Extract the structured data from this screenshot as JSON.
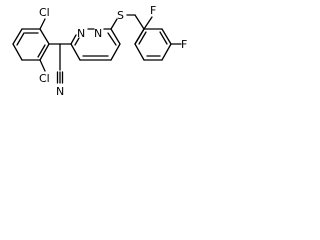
{
  "structure": {
    "atom_labels": {
      "cl_top": "Cl",
      "cl_bottom": "Cl",
      "n_ring_1": "N",
      "n_ring_2": "N",
      "s_thioether": "S",
      "f_ortho": "F",
      "f_para": "F",
      "n_nitrile": "N"
    },
    "colors": {
      "bond": "#000000",
      "label": "#000000",
      "background": "#ffffff"
    }
  }
}
